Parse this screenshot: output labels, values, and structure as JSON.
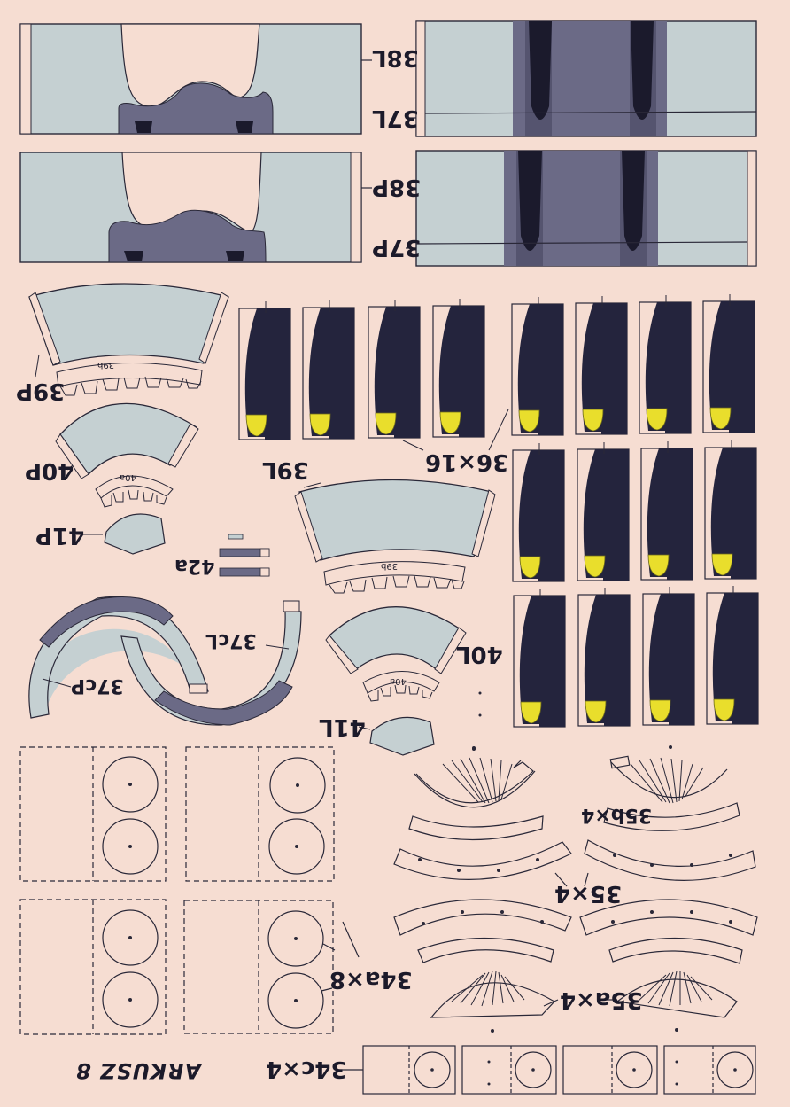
{
  "sheet": {
    "title": "ARKUSZ 8",
    "orientation": "rotated 180°",
    "colors": {
      "paper": "#f6ddd2",
      "light_gray_blue": "#c5d0d2",
      "mid_slate": "#6b6a86",
      "dark_navy": "#24243d",
      "yellow": "#e9de2c",
      "line": "#2a2838"
    }
  },
  "labels": {
    "p38L": "38L",
    "p37L": "37L",
    "p38P": "38P",
    "p37P": "37P",
    "p39P": "39P",
    "p39L": "39L",
    "p39b_top": "39b",
    "p39b_mid": "39b",
    "p40P": "40P",
    "p40L": "40L",
    "p40a_top": "40a",
    "p40a_mid": "40a",
    "p41P": "41P",
    "p41L": "41L",
    "p42a": "42a",
    "p37cP": "37cP",
    "p37cL": "37cL",
    "p36": "36×16",
    "p35b": "35b×4",
    "p35": "35×4",
    "p35a": "35a×4",
    "p34a": "34a×8",
    "p34c": "34c×4"
  }
}
